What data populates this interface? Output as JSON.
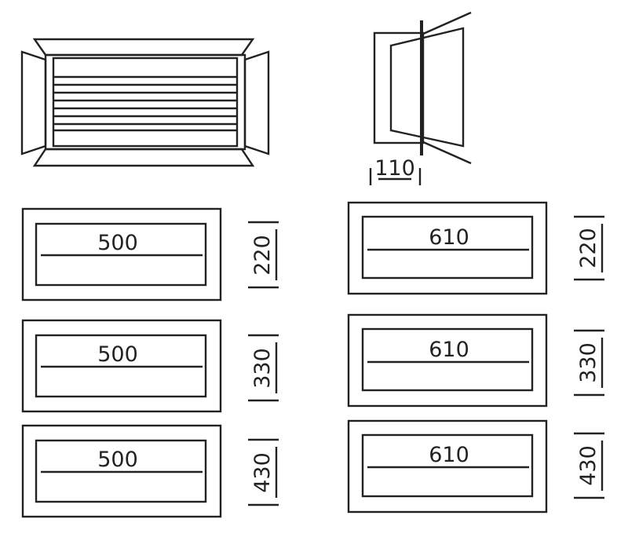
{
  "depth_label": "110",
  "left_column": {
    "width_label": "500",
    "heights": [
      "220",
      "330",
      "430"
    ]
  },
  "right_column": {
    "width_label": "610",
    "heights": [
      "220",
      "330",
      "430"
    ]
  },
  "colors": {
    "stroke": "#222222",
    "background": "#ffffff"
  }
}
